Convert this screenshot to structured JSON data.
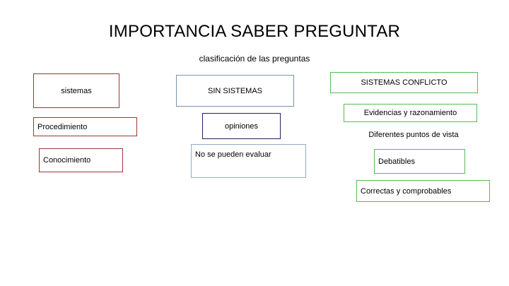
{
  "slide": {
    "title": "IMPORTANCIA SABER PREGUNTAR",
    "subtitle": "clasificación de las preguntas",
    "background_color": "#FFFFFF",
    "text_color": "#000000"
  },
  "colors": {
    "red_border": "#A03434",
    "steel_blue_border": "#7794AD",
    "navy_border": "#20205E",
    "light_blue_border": "#8FAEC6",
    "green_border": "#55BB55"
  },
  "columns": [
    {
      "name": "left-column",
      "accent_color": "#A03434",
      "boxes": [
        {
          "label": "sistemas",
          "border_color": "#A03434"
        },
        {
          "label": "Procedimiento",
          "border_color": "#A03434"
        },
        {
          "label": "Conocimiento",
          "border_color": "#A03434"
        }
      ]
    },
    {
      "name": "middle-column",
      "accent_color": "#7794AD",
      "boxes": [
        {
          "label": "SIN SISTEMAS",
          "border_color": "#7794AD"
        },
        {
          "label": "opiniones",
          "border_color": "#20205E"
        },
        {
          "label": "No se pueden evaluar",
          "border_color": "#8FAEC6"
        }
      ]
    },
    {
      "name": "right-column",
      "accent_color": "#55BB55",
      "boxes": [
        {
          "label": "SISTEMAS CONFLICTO",
          "border_color": "#55BB55"
        },
        {
          "label": "Evidencias y razonamiento",
          "border_color": "#55BB55"
        },
        {
          "label": "Diferentes  puntos de vista",
          "border_color": "none"
        },
        {
          "label": "Debatibles",
          "border_color": "#55BB55"
        },
        {
          "label": "Correctas y comprobables",
          "border_color": "#55BB55"
        }
      ]
    }
  ]
}
